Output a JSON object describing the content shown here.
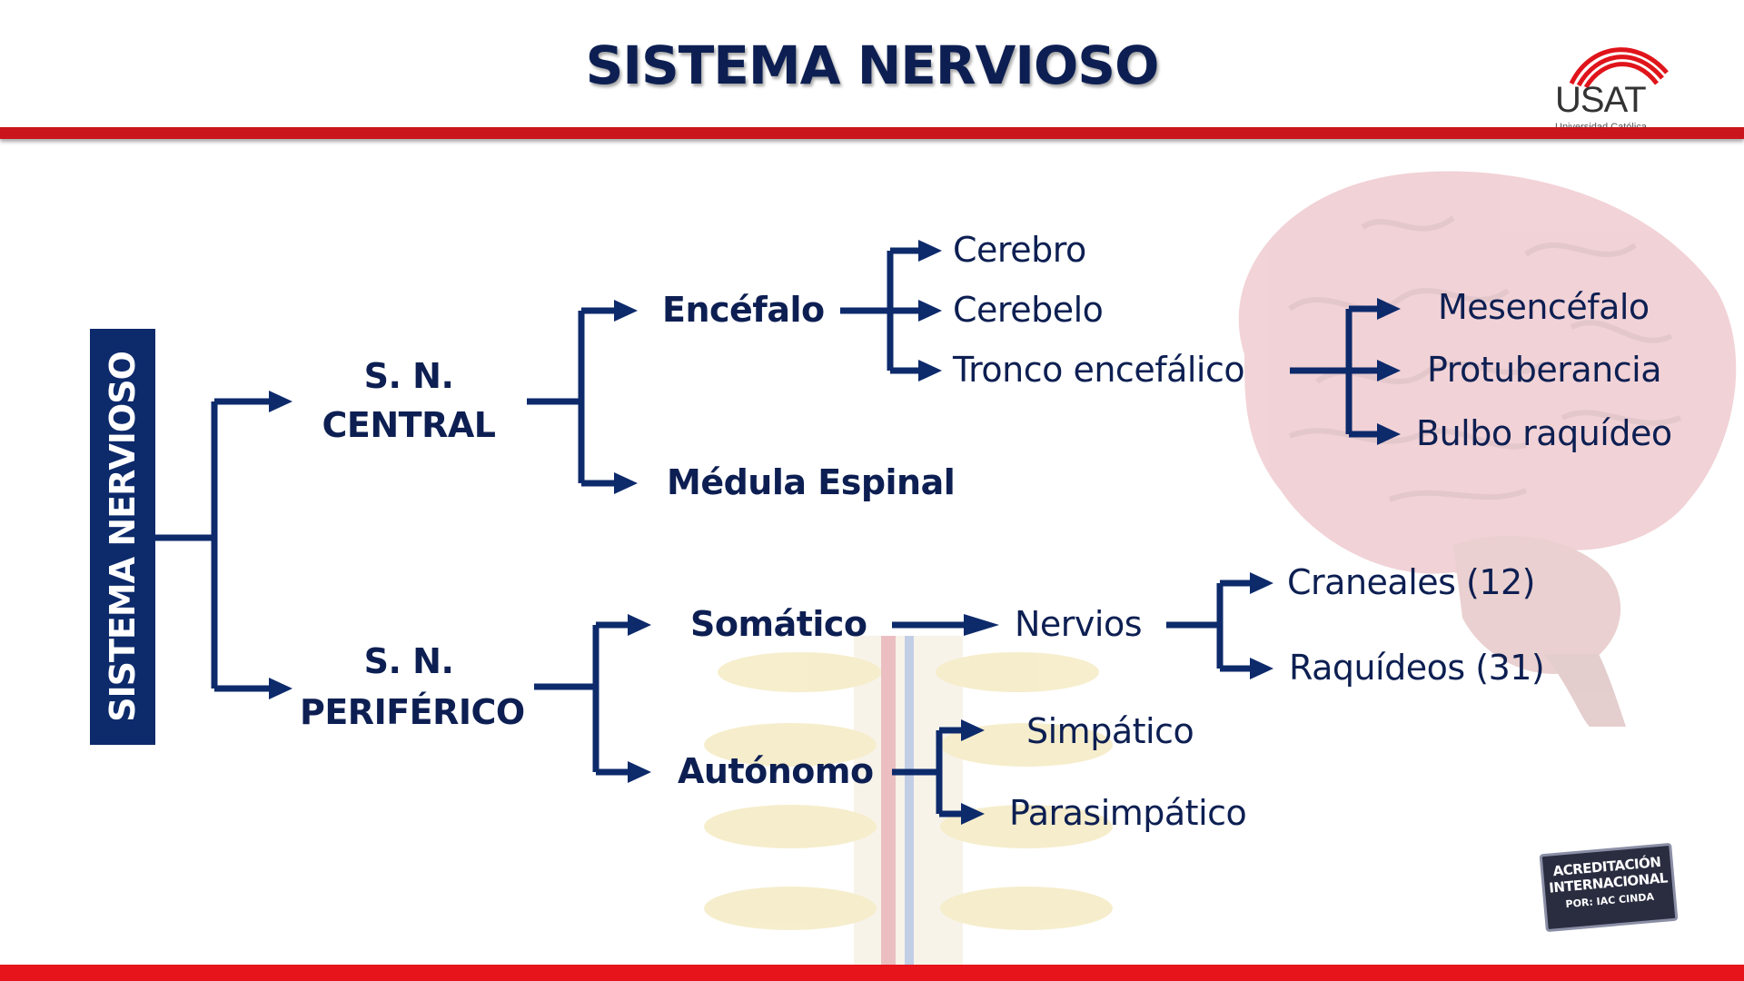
{
  "title": "SISTEMA NERVIOSO",
  "logo": {
    "name": "USAT",
    "subtitle": "Universidad Católica"
  },
  "badge": {
    "line1": "ACREDITACIÓN",
    "line2": "INTERNACIONAL",
    "line3": "POR: IAC CINDA"
  },
  "diagram": {
    "root": "SISTEMA NERVIOSO",
    "central": {
      "line1": "S. N.",
      "line2": "CENTRAL"
    },
    "encefalo": "Encéfalo",
    "cerebro": "Cerebro",
    "cerebelo": "Cerebelo",
    "tronco": "Tronco encefálico",
    "mesencefalo": "Mesencéfalo",
    "protuberancia": "Protuberancia",
    "bulbo": "Bulbo raquídeo",
    "medula": "Médula Espinal",
    "periferico": {
      "line1": "S. N.",
      "line2": "PERIFÉRICO"
    },
    "somatico": "Somático",
    "nervios": "Nervios",
    "craneales": "Craneales (12)",
    "raquideos": "Raquídeos (31)",
    "autonomo": "Autónomo",
    "simpatico": "Simpático",
    "parasimpatico": "Parasimpático"
  },
  "colors": {
    "navy": "#0d2a6b",
    "red": "#c9151b",
    "text": "#0d1f52"
  },
  "icons": {
    "brain": "brain-illustration",
    "spine": "spinal-cord-illustration"
  }
}
